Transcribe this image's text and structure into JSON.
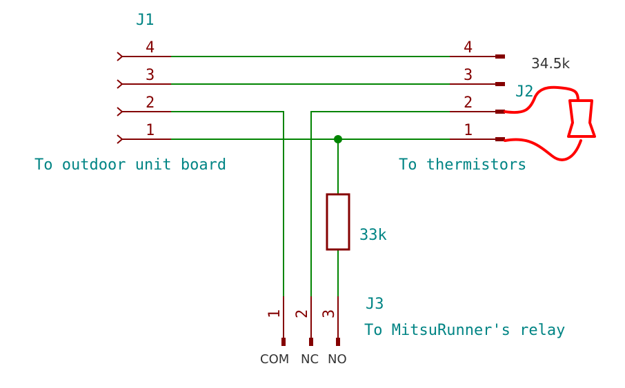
{
  "connectors": {
    "j1": {
      "ref": "J1",
      "description": "To outdoor unit board",
      "pins": [
        "4",
        "3",
        "2",
        "1"
      ]
    },
    "j2": {
      "ref": "J2",
      "description": "To thermistors",
      "pins": [
        "4",
        "3",
        "2",
        "1"
      ]
    },
    "j3": {
      "ref": "J3",
      "description": "To MitsuRunner's relay",
      "pins": [
        "1",
        "2",
        "3"
      ],
      "pin_names": [
        "COM",
        "NC",
        "NO"
      ]
    }
  },
  "resistor": {
    "value": "33k"
  },
  "thermistor_annotation": {
    "value": "34.5k"
  },
  "colors": {
    "wire": "#008400",
    "pin": "#840000",
    "label": "#008484",
    "annotation_red": "#ff0000"
  }
}
